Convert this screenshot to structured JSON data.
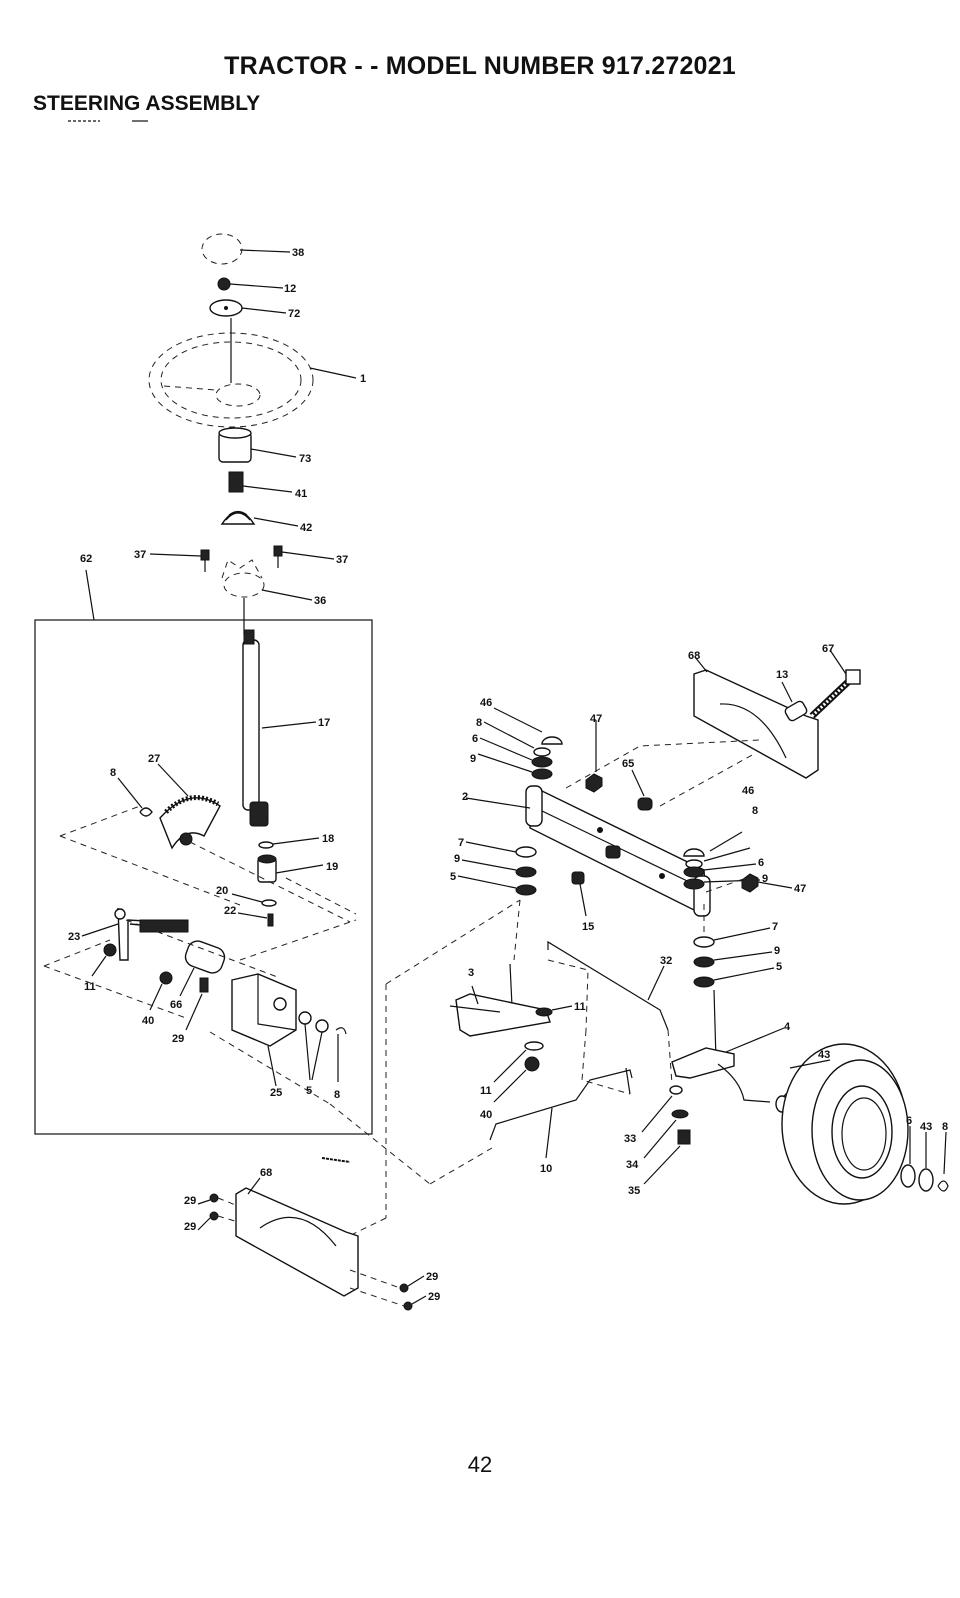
{
  "page": {
    "title": "TRACTOR - - MODEL NUMBER 917.272021",
    "section": "STEERING ASSEMBLY",
    "page_number": "42"
  },
  "labels": {
    "l38": "38",
    "l12": "12",
    "l72": "72",
    "l1": "1",
    "l73": "73",
    "l41": "41",
    "l42": "42",
    "l62": "62",
    "l37a": "37",
    "l37b": "37",
    "l36": "36",
    "l17": "17",
    "l8a": "8",
    "l27": "27",
    "l18": "18",
    "l19": "19",
    "l20": "20",
    "l22": "22",
    "l23": "23",
    "l11a": "11",
    "l40a": "40",
    "l66": "66",
    "l29a": "29",
    "l25": "25",
    "l5a": "5",
    "l8b": "8",
    "l68a": "68",
    "l67": "67",
    "l13": "13",
    "l46a": "46",
    "l8c": "8",
    "l6a": "6",
    "l9a": "9",
    "l47a": "47",
    "l65": "65",
    "l2": "2",
    "l46b": "46",
    "l8d": "8",
    "l6b": "6",
    "l9b": "9",
    "l7a": "7",
    "l9c": "9",
    "l5b": "5",
    "l47b": "47",
    "l15": "15",
    "l7b": "7",
    "l9d": "9",
    "l5c": "5",
    "l3": "3",
    "l32": "32",
    "l11b": "11",
    "l4": "4",
    "l43a": "43",
    "l11c": "11",
    "l40b": "40",
    "l33": "33",
    "l34": "34",
    "l35": "35",
    "l10": "10",
    "l6c": "6",
    "l43b": "43",
    "l8e": "8",
    "l68b": "68",
    "l29b": "29",
    "l29c": "29",
    "l29d": "29",
    "l29e": "29"
  }
}
